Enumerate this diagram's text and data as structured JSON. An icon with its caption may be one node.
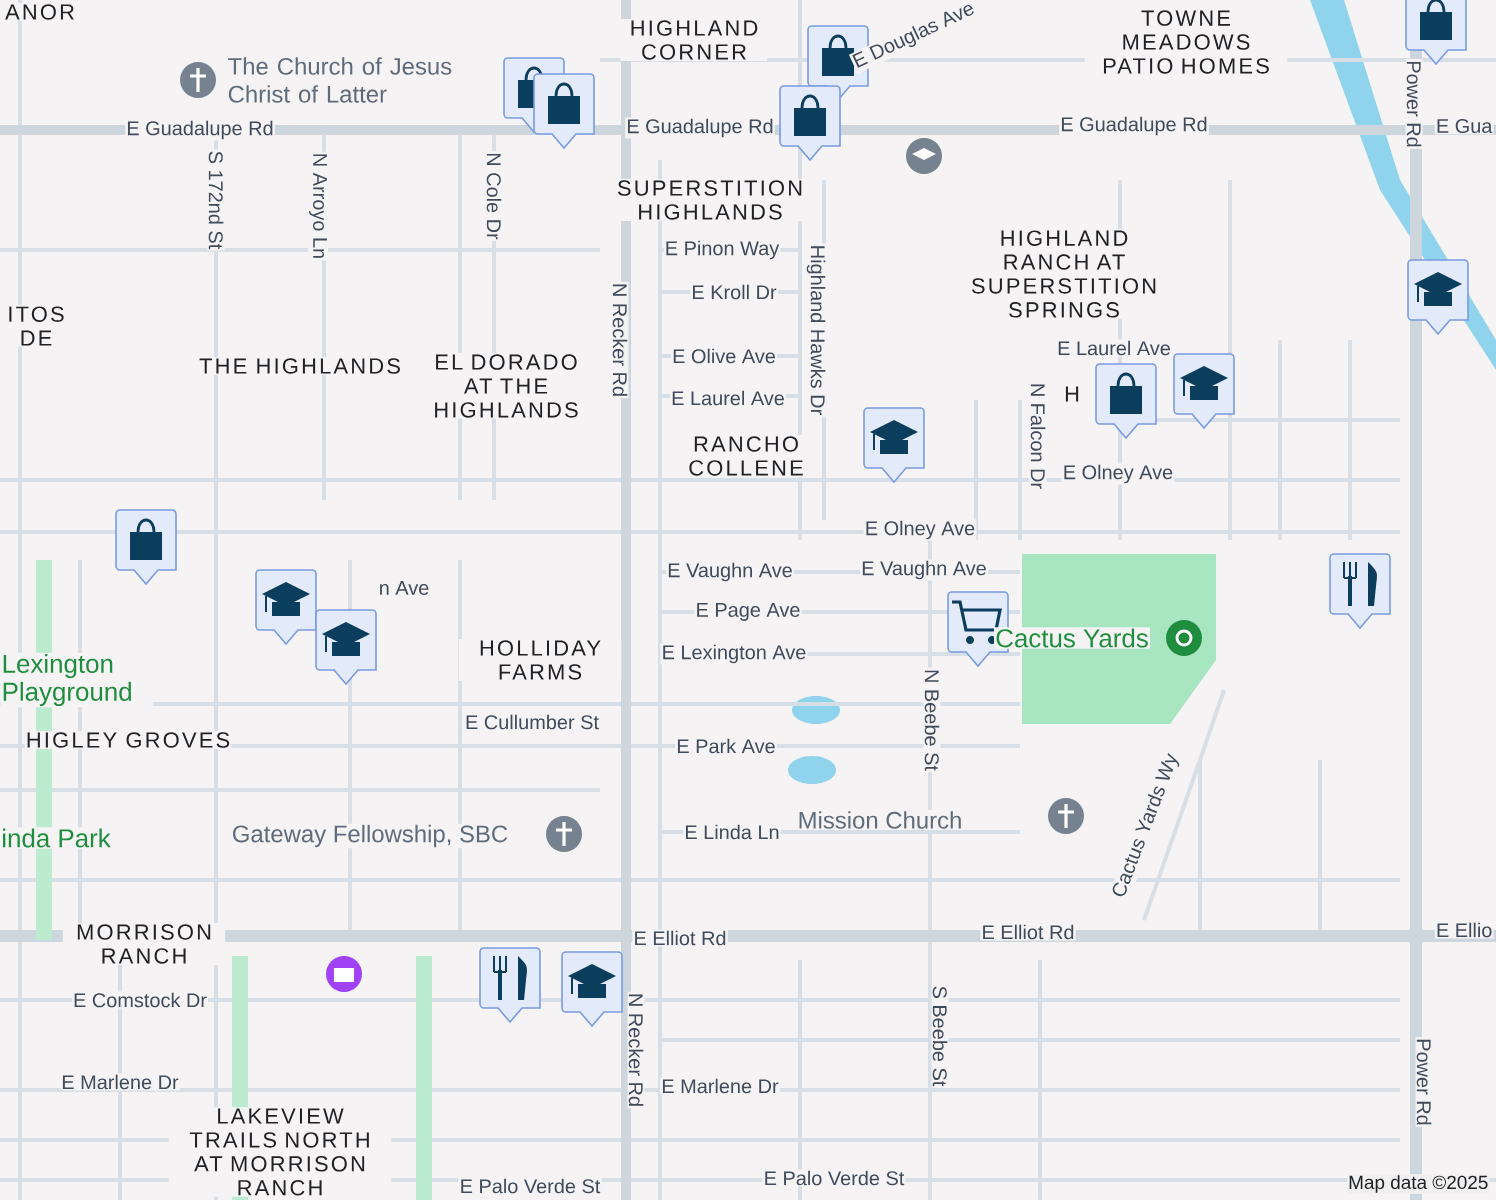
{
  "diagram": {
    "labels": [
      "ANOR",
      "HIGHLAND CORNER",
      "E Douglas Ave",
      "TOWNE MEADOWS PATIO HOMES",
      "The Church of Jesus Christ of Latter",
      "E Guadalupe Rd",
      "E Guadalupe Rd",
      "E Guadalupe Rd",
      "E Gua",
      "Power Rd",
      "S 172nd St",
      "N Arroyo Ln",
      "N Cole Dr",
      "SUPERSTITION HIGHLANDS",
      "E Pinon Way",
      "E Kroll Dr",
      "HIGHLAND RANCH AT SUPERSTITION SPRINGS",
      "Highland Hawks Dr",
      "ITOS DE",
      "N Recker Rd",
      "THE HIGHLANDS",
      "EL DORADO AT THE HIGHLANDS",
      "E Olive Ave",
      "E Laurel Ave",
      "E Laurel Ave",
      "H",
      "N Falcon Dr",
      "RANCHO COLLENE",
      "E Olney Ave",
      "E Olney Ave",
      "E Vaughn Ave",
      "E Vaughn Ave",
      "n Ave",
      "E Page Ave",
      "Cactus Yards",
      "HOLLIDAY FARMS",
      "E Lexington Ave",
      "Lexington Playground",
      "E Cullumber St",
      "N Beebe St",
      "HIGLEY GROVES",
      "E Park Ave",
      "inda Park",
      "Gateway Fellowship, SBC",
      "E Linda Ln",
      "Mission Church",
      "Cactus Yards Wy",
      "E Elliot Rd",
      "E Elliot Rd",
      "E Ellio",
      "MORRISON RANCH",
      "E Comstock Dr",
      "N Recker Rd",
      "S Beebe St",
      "Power Rd",
      "E Marlene Dr",
      "E Marlene Dr",
      "LAKEVIEW TRAILS NORTH AT MORRISON RANCH",
      "E Palo Verde St",
      "E Palo Verde St",
      "Map data ©2025"
    ]
  }
}
